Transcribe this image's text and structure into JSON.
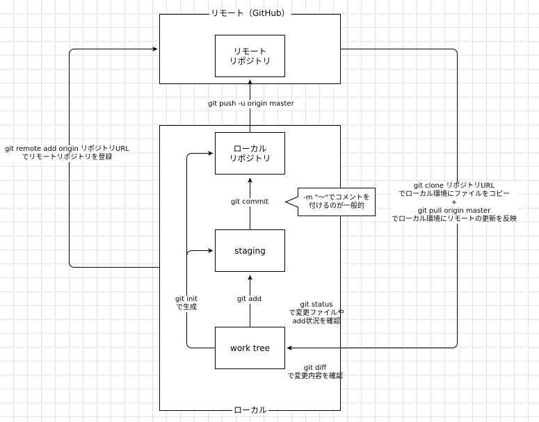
{
  "remote": {
    "title": "リモート（GitHub）",
    "repo_line1": "リモート",
    "repo_line2": "リポジトリ"
  },
  "local": {
    "title": "ローカル",
    "repo_line1": "ローカル",
    "repo_line2": "リポジトリ",
    "staging": "staging",
    "work_tree": "work tree"
  },
  "edges": {
    "push": "git push -u origin master",
    "commit": "git commit",
    "add": "git add",
    "remote_add_line1": "git remote add origin リポジトリURL",
    "remote_add_line2": "でリモートリポジトリを登録",
    "init_line1": "git init",
    "init_line2": "で生成",
    "clone_line1": "git clone リポジトリURL",
    "clone_line2": "でローカル環境にファイルをコピー",
    "clone_line3": "+",
    "clone_line4": "git pull origin master",
    "clone_line5": "でローカル環境にリモートの更新を反映",
    "status_line1": "git status",
    "status_line2": "で変更ファイルや",
    "status_line3": "add状況を確認",
    "diff_line1": "git diff",
    "diff_line2": "で変更内容を確認"
  },
  "callout": {
    "line1": "-m \"～\"でコメントを",
    "line2": "付けるのが一般的"
  }
}
